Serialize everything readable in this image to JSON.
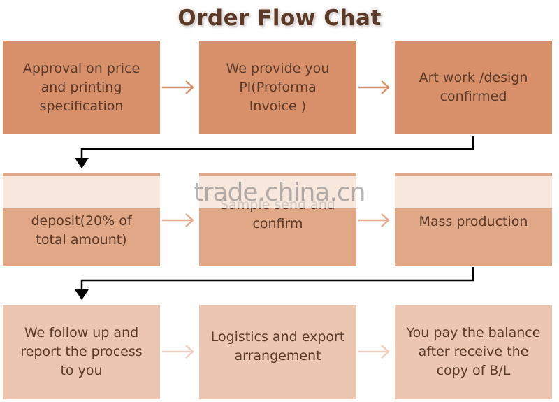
{
  "title": "Order Flow Chat",
  "steps": [
    {
      "text": "Approval on price\nand printing\nspecification"
    },
    {
      "text": "We provide you\nPI(Proforma\nInvoice  )"
    },
    {
      "text": "Art work /design\nconfirmed"
    },
    {
      "text": "deposit(20% of\ntotal amount)"
    },
    {
      "text": "Sample send and\nconfirm"
    },
    {
      "text": "Mass production"
    },
    {
      "text": "We follow up and\nreport the process\nto you"
    },
    {
      "text": "Logistics and export\narrangement"
    },
    {
      "text": "You pay the balance\nafter receive the\ncopy of B/L"
    }
  ],
  "watermark": "trade.china.cn",
  "colors": {
    "row1": "#d8906a",
    "row2": "#e0a886",
    "row3": "#ecc6b0",
    "text": "#5b3a29",
    "connector": "#000000"
  }
}
